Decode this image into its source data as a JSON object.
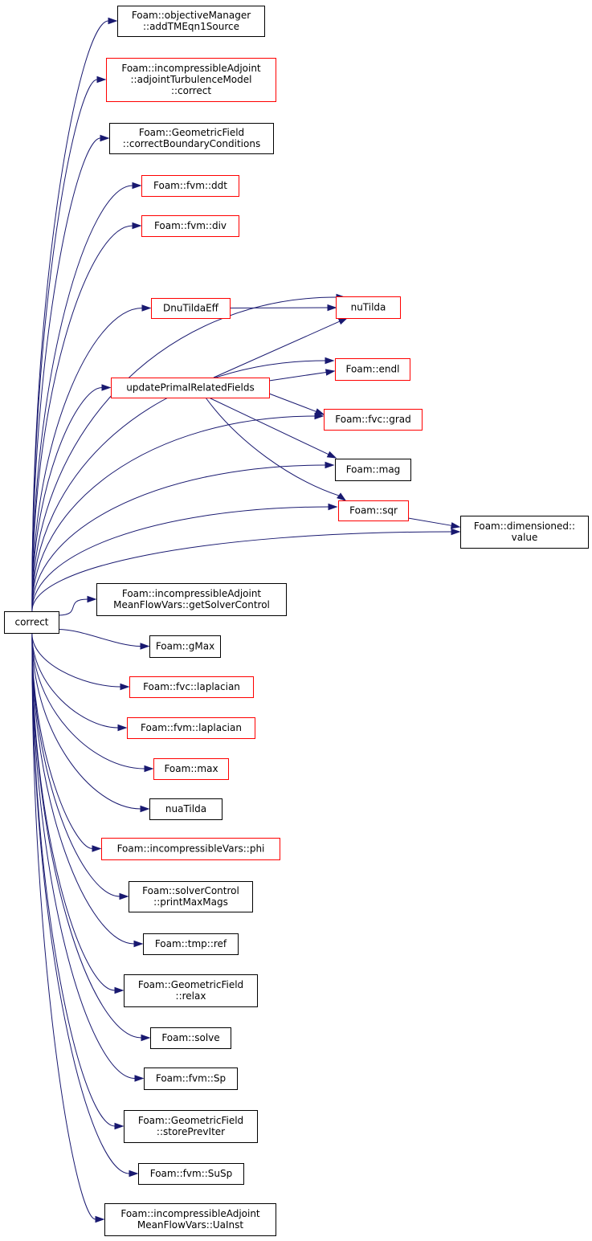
{
  "colors": {
    "edge": "#191970",
    "border_default": "#000000",
    "border_truncated": "#ff0000",
    "root_fill": "#bfbfbf",
    "node_fill": "#ffffff"
  },
  "graph": {
    "nodes": [
      {
        "id": "correct",
        "lines": [
          "correct"
        ],
        "root": true,
        "border": "black"
      },
      {
        "id": "addTMEqn1Source",
        "lines": [
          "Foam::objectiveManager",
          "::addTMEqn1Source"
        ],
        "border": "black"
      },
      {
        "id": "adjointTurbulenceModel",
        "lines": [
          "Foam::incompressibleAdjoint",
          "::adjointTurbulenceModel",
          "::correct"
        ],
        "border": "red"
      },
      {
        "id": "correctBoundaryConditions",
        "lines": [
          "Foam::GeometricField",
          "::correctBoundaryConditions"
        ],
        "border": "black"
      },
      {
        "id": "fvm_ddt",
        "lines": [
          "Foam::fvm::ddt"
        ],
        "border": "red"
      },
      {
        "id": "fvm_div",
        "lines": [
          "Foam::fvm::div"
        ],
        "border": "red"
      },
      {
        "id": "nuTilda",
        "lines": [
          "nuTilda"
        ],
        "border": "red"
      },
      {
        "id": "DnuTildaEff",
        "lines": [
          "DnuTildaEff"
        ],
        "border": "red"
      },
      {
        "id": "endl",
        "lines": [
          "Foam::endl"
        ],
        "border": "red"
      },
      {
        "id": "updatePrimalRelatedFields",
        "lines": [
          "updatePrimalRelatedFields"
        ],
        "border": "red"
      },
      {
        "id": "fvc_grad",
        "lines": [
          "Foam::fvc::grad"
        ],
        "border": "red"
      },
      {
        "id": "mag",
        "lines": [
          "Foam::mag"
        ],
        "border": "black"
      },
      {
        "id": "sqr",
        "lines": [
          "Foam::sqr"
        ],
        "border": "red"
      },
      {
        "id": "dimensioned_value",
        "lines": [
          "Foam::dimensioned::",
          "value"
        ],
        "border": "black"
      },
      {
        "id": "getSolverControl",
        "lines": [
          "Foam::incompressibleAdjoint",
          "MeanFlowVars::getSolverControl"
        ],
        "border": "black"
      },
      {
        "id": "gMax",
        "lines": [
          "Foam::gMax"
        ],
        "border": "black"
      },
      {
        "id": "fvc_laplacian",
        "lines": [
          "Foam::fvc::laplacian"
        ],
        "border": "red"
      },
      {
        "id": "fvm_laplacian",
        "lines": [
          "Foam::fvm::laplacian"
        ],
        "border": "red"
      },
      {
        "id": "max",
        "lines": [
          "Foam::max"
        ],
        "border": "red"
      },
      {
        "id": "nuaTilda",
        "lines": [
          "nuaTilda"
        ],
        "border": "black"
      },
      {
        "id": "phi",
        "lines": [
          "Foam::incompressibleVars::phi"
        ],
        "border": "red"
      },
      {
        "id": "printMaxMags",
        "lines": [
          "Foam::solverControl",
          "::printMaxMags"
        ],
        "border": "black"
      },
      {
        "id": "tmp_ref",
        "lines": [
          "Foam::tmp::ref"
        ],
        "border": "black"
      },
      {
        "id": "relax",
        "lines": [
          "Foam::GeometricField",
          "::relax"
        ],
        "border": "black"
      },
      {
        "id": "solve",
        "lines": [
          "Foam::solve"
        ],
        "border": "black"
      },
      {
        "id": "fvm_Sp",
        "lines": [
          "Foam::fvm::Sp"
        ],
        "border": "black"
      },
      {
        "id": "storePrevIter",
        "lines": [
          "Foam::GeometricField",
          "::storePrevIter"
        ],
        "border": "black"
      },
      {
        "id": "fvm_SuSp",
        "lines": [
          "Foam::fvm::SuSp"
        ],
        "border": "black"
      },
      {
        "id": "UaInst",
        "lines": [
          "Foam::incompressibleAdjoint",
          "MeanFlowVars::UaInst"
        ],
        "border": "black"
      }
    ],
    "edges": [
      {
        "from": "correct",
        "to": "addTMEqn1Source"
      },
      {
        "from": "correct",
        "to": "adjointTurbulenceModel"
      },
      {
        "from": "correct",
        "to": "correctBoundaryConditions"
      },
      {
        "from": "correct",
        "to": "fvm_ddt"
      },
      {
        "from": "correct",
        "to": "fvm_div"
      },
      {
        "from": "correct",
        "to": "nuTilda"
      },
      {
        "from": "correct",
        "to": "DnuTildaEff"
      },
      {
        "from": "correct",
        "to": "endl"
      },
      {
        "from": "correct",
        "to": "updatePrimalRelatedFields"
      },
      {
        "from": "correct",
        "to": "fvc_grad"
      },
      {
        "from": "correct",
        "to": "mag"
      },
      {
        "from": "correct",
        "to": "sqr"
      },
      {
        "from": "correct",
        "to": "dimensioned_value"
      },
      {
        "from": "correct",
        "to": "getSolverControl"
      },
      {
        "from": "correct",
        "to": "gMax"
      },
      {
        "from": "correct",
        "to": "fvc_laplacian"
      },
      {
        "from": "correct",
        "to": "fvm_laplacian"
      },
      {
        "from": "correct",
        "to": "max"
      },
      {
        "from": "correct",
        "to": "nuaTilda"
      },
      {
        "from": "correct",
        "to": "phi"
      },
      {
        "from": "correct",
        "to": "printMaxMags"
      },
      {
        "from": "correct",
        "to": "tmp_ref"
      },
      {
        "from": "correct",
        "to": "relax"
      },
      {
        "from": "correct",
        "to": "solve"
      },
      {
        "from": "correct",
        "to": "fvm_Sp"
      },
      {
        "from": "correct",
        "to": "storePrevIter"
      },
      {
        "from": "correct",
        "to": "fvm_SuSp"
      },
      {
        "from": "correct",
        "to": "UaInst"
      },
      {
        "from": "DnuTildaEff",
        "to": "nuTilda"
      },
      {
        "from": "updatePrimalRelatedFields",
        "to": "nuTilda"
      },
      {
        "from": "updatePrimalRelatedFields",
        "to": "endl"
      },
      {
        "from": "updatePrimalRelatedFields",
        "to": "fvc_grad"
      },
      {
        "from": "updatePrimalRelatedFields",
        "to": "mag"
      },
      {
        "from": "updatePrimalRelatedFields",
        "to": "sqr"
      },
      {
        "from": "sqr",
        "to": "dimensioned_value"
      }
    ]
  }
}
